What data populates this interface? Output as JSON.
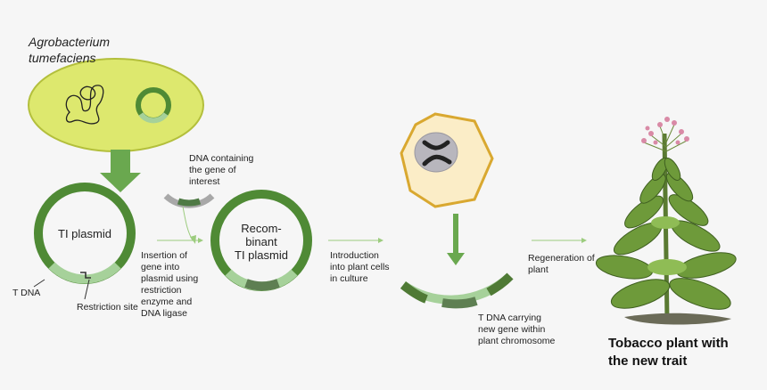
{
  "labels": {
    "organism": "Agrobacterium\ntumefaciens",
    "dna_gene": "DNA containing\nthe gene of\ninterest",
    "ti_plasmid": "TI plasmid",
    "t_dna": "T DNA",
    "restriction_site": "Restriction site",
    "insertion": "Insertion of\ngene into\nplasmid using\nrestriction\nenzyme and\nDNA ligase",
    "recombinant": "Recom-\nbinant\nTI plasmid",
    "introduction": "Introduction\ninto plant cells\nin culture",
    "t_dna_carrying": "T DNA carrying\nnew gene within\nplant chromosome",
    "regeneration": "Regeneration of\nplant",
    "final": "Tobacco plant with\nthe new trait"
  },
  "colors": {
    "dark_green": "#4f8a35",
    "mid_green": "#6aa84f",
    "light_green": "#a6d19a",
    "cell_fill": "#dde86e",
    "cell_stroke": "#b3bf3c",
    "plant_cell": "#fbedc7",
    "plant_cell_stroke": "#d9a830",
    "nucleus": "#b8b6bd",
    "gray_dna": "#a8a8a8",
    "arrow_line": "#9ccc7e"
  }
}
